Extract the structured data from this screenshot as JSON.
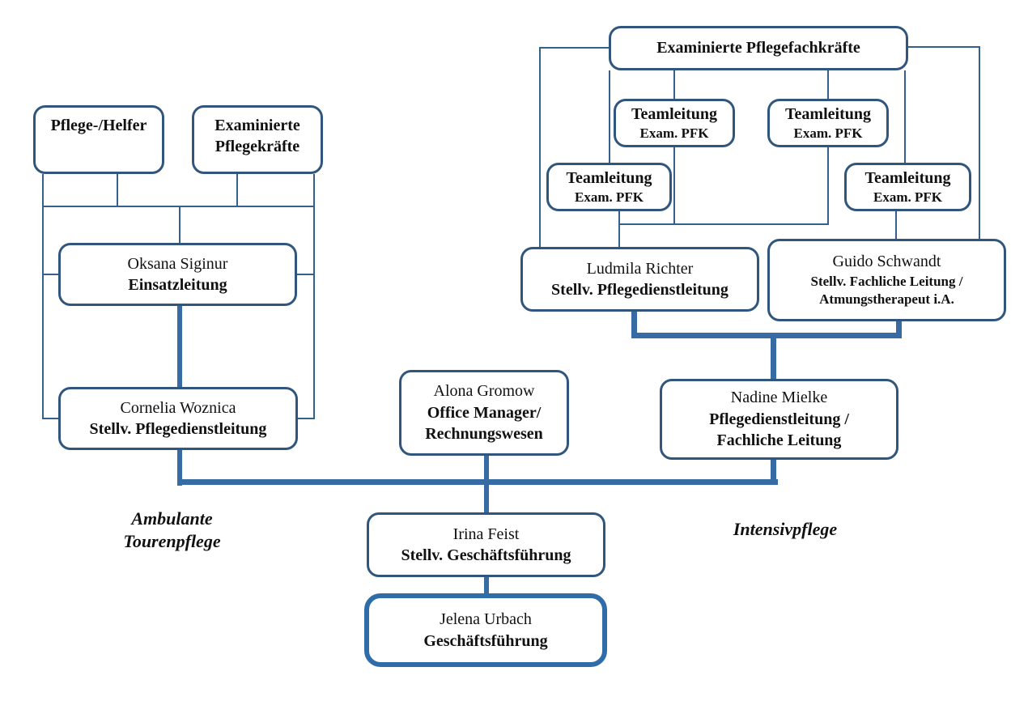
{
  "colors": {
    "line": "#35608D",
    "thick_line": "#366CA3",
    "box_border": "#31567E",
    "highlight_border": "#2E6DA8",
    "text": "#111111",
    "background": "#FFFFFF"
  },
  "nodes": {
    "pflege_helfer": {
      "label": "Pflege-/Helfer"
    },
    "examinierte_pflegekraefte": {
      "label": "Examinierte Pflegekräfte"
    },
    "examinierte_pflegefachkraefte": {
      "label": "Examinierte Pflegefachkräfte"
    },
    "teamleitung": {
      "title": "Teamleitung",
      "subtitle": "Exam. PFK"
    },
    "oksana": {
      "name": "Oksana Siginur",
      "role": "Einsatzleitung"
    },
    "cornelia": {
      "name": "Cornelia Woznica",
      "role": "Stellv. Pflegedienstleitung"
    },
    "ludmila": {
      "name": "Ludmila Richter",
      "role": "Stellv. Pflegedienstleitung"
    },
    "guido": {
      "name": "Guido Schwandt",
      "roles": [
        "Stellv. Fachliche Leitung /",
        "Atmungstherapeut i.A."
      ]
    },
    "alona": {
      "name": "Alona Gromow",
      "roles": [
        "Office Manager/",
        "Rechnungswesen"
      ]
    },
    "nadine": {
      "name": "Nadine Mielke",
      "roles": [
        "Pflegedienstleitung /",
        "Fachliche Leitung"
      ]
    },
    "irina": {
      "name": "Irina Feist",
      "role": "Stellv. Geschäftsführung"
    },
    "jelena": {
      "name": "Jelena Urbach",
      "role": "Geschäftsführung"
    }
  },
  "section_labels": {
    "left": [
      "Ambulante",
      "Tourenpflege"
    ],
    "right": "Intensivpflege"
  }
}
